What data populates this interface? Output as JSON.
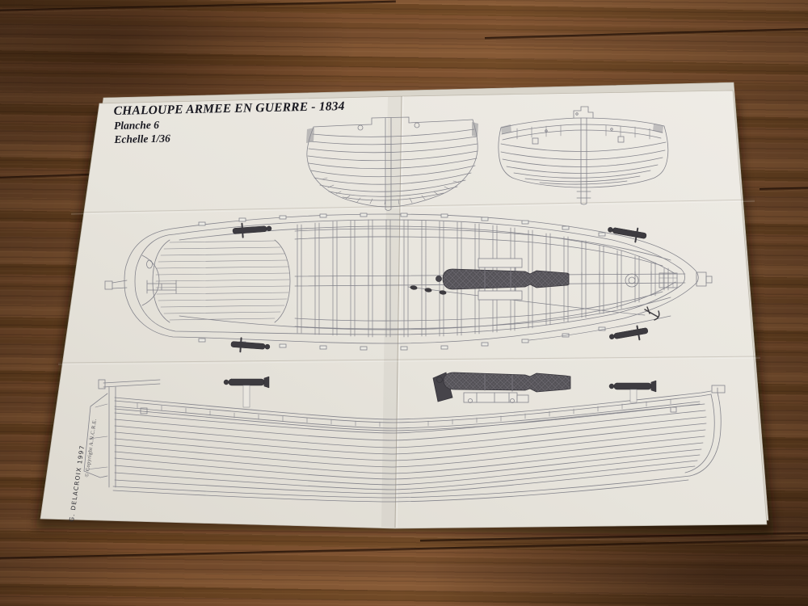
{
  "document": {
    "title": "CHALOUPE ARMEE EN GUERRE - 1834",
    "subtitle_lines": [
      "Planche 6",
      "Echelle 1/36"
    ],
    "credit_vertical": "G. DELACROIX 1997",
    "copyright_vertical": "© Copyright A.N.C.R.E."
  },
  "colors": {
    "paper": "#eae7e0",
    "ink_line": "#84848c",
    "ink_dark": "#3c3a3f",
    "wood_dark": "#4a2d18",
    "wood_mid": "#6e4526",
    "wood_light": "#8a5a33"
  }
}
